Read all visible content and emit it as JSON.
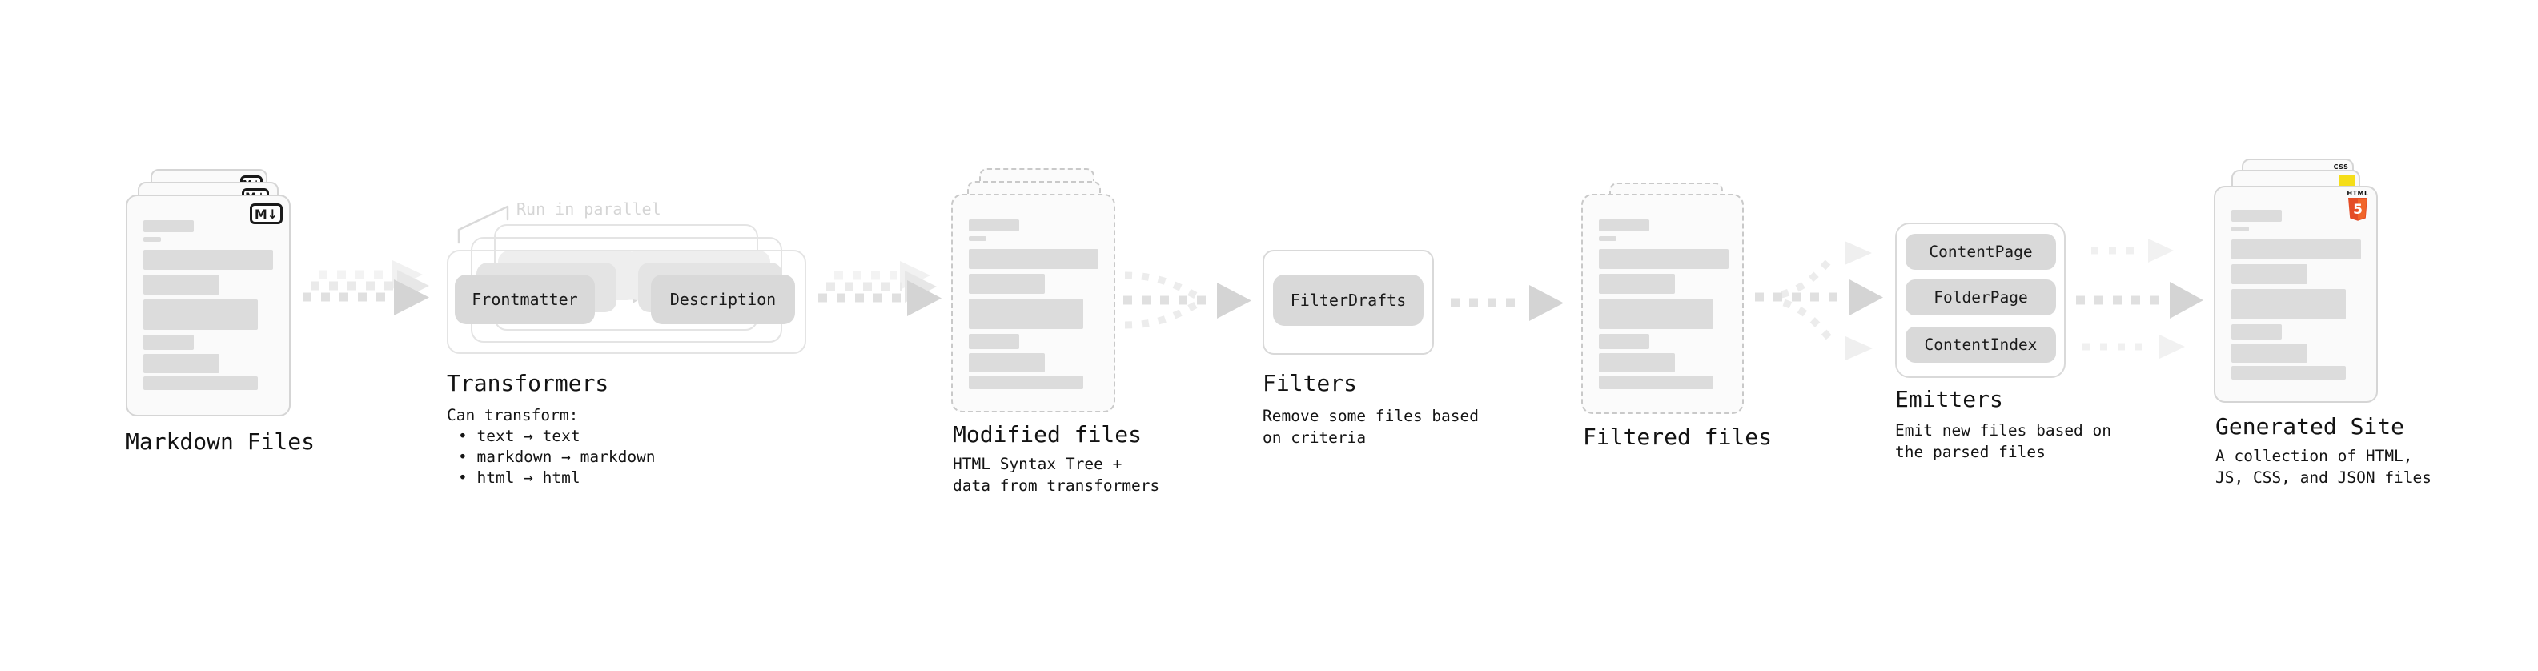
{
  "diagram": {
    "markdown_files": {
      "title": "Markdown Files",
      "badge": "M↓"
    },
    "transformers": {
      "annotation": "Run in parallel",
      "source_pill": "Frontmatter",
      "result_pill": "Description",
      "title": "Transformers",
      "caption_heading": "Can transform:",
      "bullets": [
        "• text → text",
        "• markdown → markdown",
        "• html → html"
      ]
    },
    "modified_files": {
      "title": "Modified files",
      "caption": [
        "HTML Syntax Tree +",
        "data from transformers"
      ]
    },
    "filters": {
      "pill": "FilterDrafts",
      "title": "Filters",
      "caption": [
        "Remove some files based",
        "on criteria"
      ]
    },
    "filtered_files": {
      "title": "Filtered files"
    },
    "emitters": {
      "pills": [
        "ContentPage",
        "FolderPage",
        "ContentIndex"
      ],
      "title": "Emitters",
      "caption": [
        "Emit new files based on",
        "the parsed files"
      ]
    },
    "generated_site": {
      "title": "Generated Site",
      "caption": [
        "A collection of HTML,",
        "JS, CSS, and JSON files"
      ],
      "badges": {
        "html_label": "HTML",
        "html_number": "5",
        "css_label": "CSS"
      }
    },
    "colors": {
      "doc_border": "#d5d5d5",
      "dashed_border": "#c9c9c9",
      "placeholder_bar": "#dcdcdc",
      "pill_fill": "#d9d9d9",
      "arrow_dash": "#e0e0e0",
      "arrow_head": "#d4d4d4",
      "annotation_gray": "#d5d5d5",
      "html5_orange": "#e44d26",
      "js_yellow": "#f5de19",
      "css_blue": "#2862e9"
    }
  }
}
